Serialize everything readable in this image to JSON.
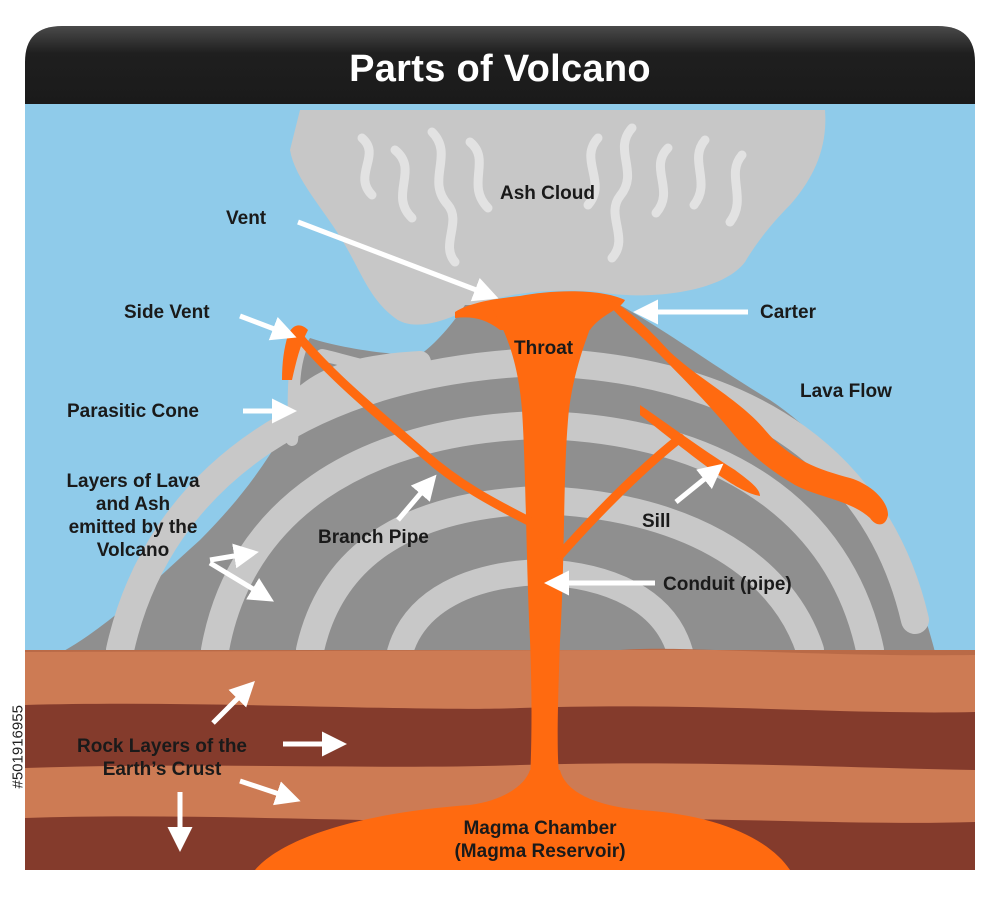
{
  "title": "Parts of Volcano",
  "stock_id": "#501916955",
  "colors": {
    "sky": "#8fcbea",
    "title_bar": "#222222",
    "lava": "#ff6a10",
    "rock_dark": "#8f8f8f",
    "rock_light": "#c8c8c8",
    "earth_light": "#cd7b54",
    "earth_dark": "#843b2c",
    "ash": "#c7c7c7"
  },
  "labels": {
    "ash_cloud": "Ash Cloud",
    "vent": "Vent",
    "side_vent": "Side Vent",
    "carter": "Carter",
    "throat": "Throat",
    "lava_flow": "Lava Flow",
    "parasitic_cone": "Parasitic Cone",
    "layers_line1": "Layers of Lava",
    "layers_line2": "and Ash",
    "layers_line3": "emitted by the",
    "layers_line4": "Volcano",
    "branch_pipe": "Branch Pipe",
    "sill": "Sill",
    "conduit": "Conduit (pipe)",
    "rock_line1": "Rock Layers of the",
    "rock_line2": "Earth’s Crust",
    "magma_line1": "Magma Chamber",
    "magma_line2": "(Magma Reservoir)"
  }
}
